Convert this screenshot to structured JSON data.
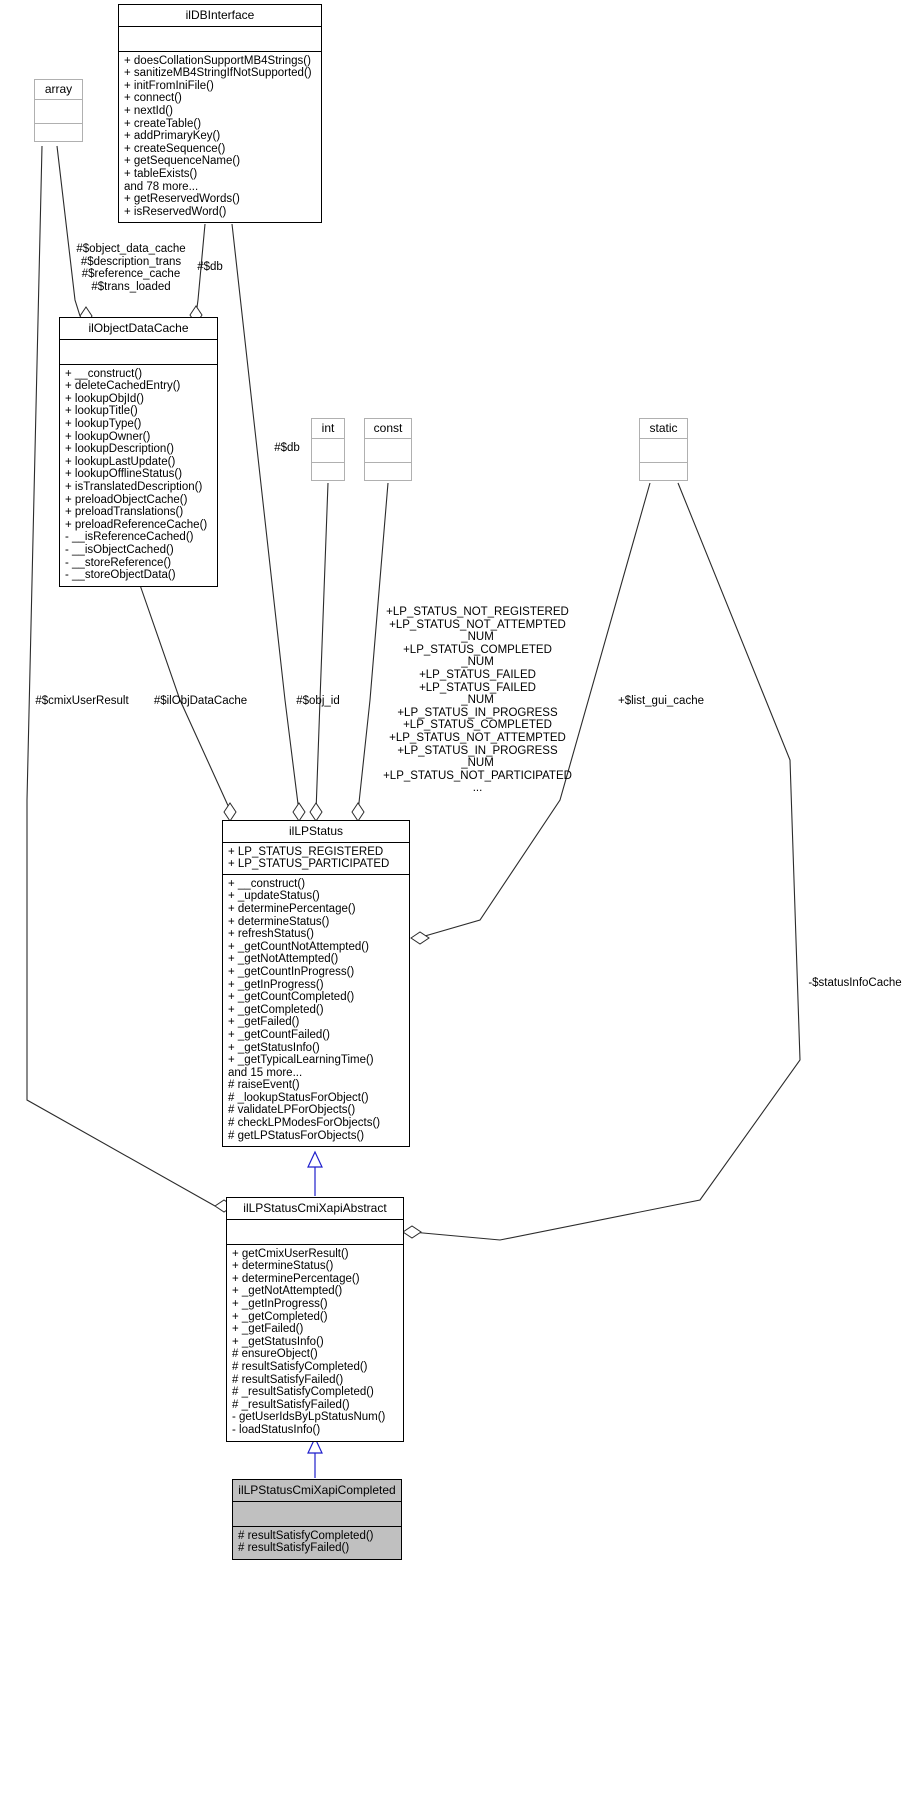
{
  "diagram": {
    "type": "uml-class-collaboration-diagram",
    "background": "#ffffff",
    "line_color": "#000000",
    "inheritance_arrow_color": "#1f1fcc",
    "highlight_fill": "#c0c0c0"
  },
  "classes": {
    "ilDBInterface": {
      "name": "ilDBInterface",
      "attributes": [],
      "operations": [
        "+ doesCollationSupportMB4Strings()",
        "+ sanitizeMB4StringIfNotSupported()",
        "+ initFromIniFile()",
        "+ connect()",
        "+ nextId()",
        "+ createTable()",
        "+ addPrimaryKey()",
        "+ createSequence()",
        "+ getSequenceName()",
        "+ tableExists()",
        "and 78 more...",
        "+ getReservedWords()",
        "+ isReservedWord()"
      ]
    },
    "array": {
      "name": "array",
      "attributes": [],
      "operations": []
    },
    "ilObjectDataCache": {
      "name": "ilObjectDataCache",
      "attributes": [],
      "operations": [
        "+ __construct()",
        "+ deleteCachedEntry()",
        "+ lookupObjId()",
        "+ lookupTitle()",
        "+ lookupType()",
        "+ lookupOwner()",
        "+ lookupDescription()",
        "+ lookupLastUpdate()",
        "+ lookupOfflineStatus()",
        "+ isTranslatedDescription()",
        "+ preloadObjectCache()",
        "+ preloadTranslations()",
        "+ preloadReferenceCache()",
        "- __isReferenceCached()",
        "- __isObjectCached()",
        "- __storeReference()",
        "- __storeObjectData()"
      ]
    },
    "int": {
      "name": "int",
      "attributes": [],
      "operations": []
    },
    "const": {
      "name": "const",
      "attributes": [],
      "operations": []
    },
    "static": {
      "name": "static",
      "attributes": [],
      "operations": []
    },
    "ilLPStatus": {
      "name": "ilLPStatus",
      "attributes": [
        "+ LP_STATUS_REGISTERED",
        "+ LP_STATUS_PARTICIPATED"
      ],
      "operations": [
        "+ __construct()",
        "+ _updateStatus()",
        "+ determinePercentage()",
        "+ determineStatus()",
        "+ refreshStatus()",
        "+ _getCountNotAttempted()",
        "+ _getNotAttempted()",
        "+ _getCountInProgress()",
        "+ _getInProgress()",
        "+ _getCountCompleted()",
        "+ _getCompleted()",
        "+ _getFailed()",
        "+ _getCountFailed()",
        "+ _getStatusInfo()",
        "+ _getTypicalLearningTime()",
        "and 15 more...",
        "# raiseEvent()",
        "# _lookupStatusForObject()",
        "# validateLPForObjects()",
        "# checkLPModesForObjects()",
        "# getLPStatusForObjects()"
      ]
    },
    "ilLPStatusCmiXapiAbstract": {
      "name": "ilLPStatusCmiXapiAbstract",
      "attributes": [],
      "operations": [
        "+ getCmixUserResult()",
        "+ determineStatus()",
        "+ determinePercentage()",
        "+ _getNotAttempted()",
        "+ _getInProgress()",
        "+ _getCompleted()",
        "+ _getFailed()",
        "+ _getStatusInfo()",
        "# ensureObject()",
        "# resultSatisfyCompleted()",
        "# resultSatisfyFailed()",
        "# _resultSatisfyCompleted()",
        "# _resultSatisfyFailed()",
        "- getUserIdsByLpStatusNum()",
        "- loadStatusInfo()"
      ]
    },
    "ilLPStatusCmiXapiCompleted": {
      "name": "ilLPStatusCmiXapiCompleted",
      "attributes": [],
      "operations": [
        "# resultSatisfyCompleted()",
        "# resultSatisfyFailed()"
      ]
    }
  },
  "edge_labels": {
    "db_cache_group": "#$object_data_cache\n#$description_trans\n#$reference_cache\n#$trans_loaded",
    "db_1": "#$db",
    "db_2": "#$db",
    "cmix_user_result": "#$cmixUserResult",
    "obj_data_cache": "#$ilObjDataCache",
    "obj_id": "#$obj_id",
    "lp_status_consts": "+LP_STATUS_NOT_REGISTERED\n+LP_STATUS_NOT_ATTEMPTED\n_NUM\n+LP_STATUS_COMPLETED\n_NUM\n+LP_STATUS_FAILED\n+LP_STATUS_FAILED\n_NUM\n+LP_STATUS_IN_PROGRESS\n+LP_STATUS_COMPLETED\n+LP_STATUS_NOT_ATTEMPTED\n+LP_STATUS_IN_PROGRESS\n_NUM\n+LP_STATUS_NOT_PARTICIPATED\n...",
    "list_gui_cache": "+$list_gui_cache",
    "status_info_cache": "-$statusInfoCache"
  }
}
